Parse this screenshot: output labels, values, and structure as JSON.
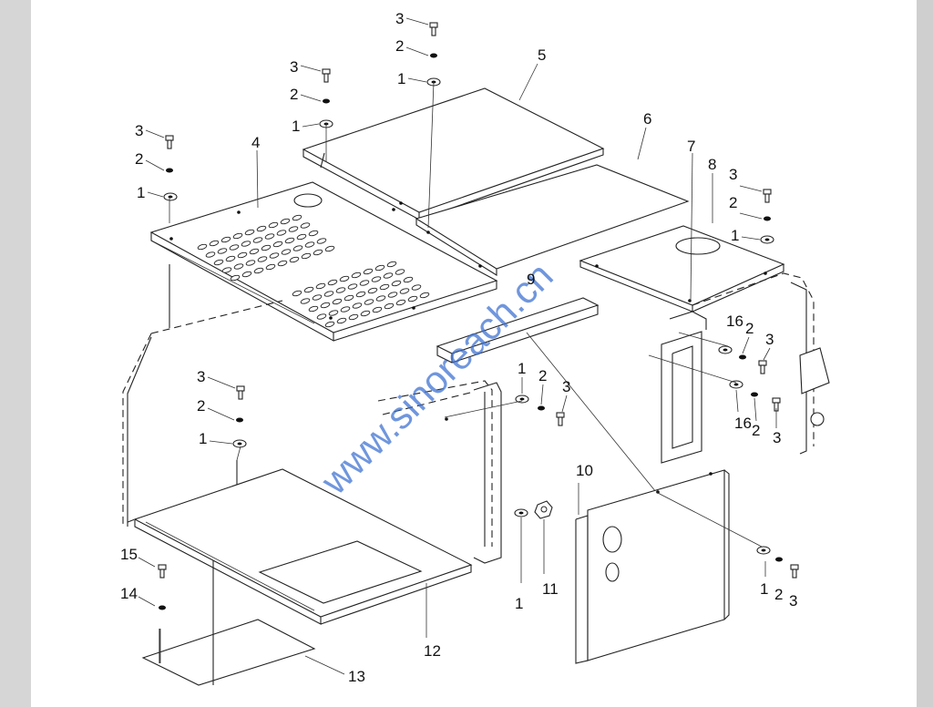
{
  "watermark": "www.sinoreach.cn",
  "callouts": {
    "c5": "5",
    "c6": "6",
    "c7": "7",
    "c8": "8",
    "c4": "4",
    "c9": "9",
    "c10": "10",
    "c11": "11",
    "c12": "12",
    "c13": "13",
    "c14": "14",
    "c15": "15",
    "c16a": "16",
    "c16b": "16",
    "top3": "3",
    "top2": "2",
    "top1": "1",
    "mid3": "3",
    "mid2": "2",
    "mid1": "1",
    "left3": "3",
    "left2": "2",
    "left1": "1",
    "right3": "3",
    "right2": "2",
    "right1": "1",
    "low3": "3",
    "low2": "2",
    "low1": "1",
    "cen1": "1",
    "cen2": "2",
    "cen3": "3",
    "r16a2": "2",
    "r16a3": "3",
    "r16b2": "2",
    "r16b3": "3",
    "bot1": "1",
    "bot2": "2",
    "bot3": "3",
    "b11a": "1"
  }
}
